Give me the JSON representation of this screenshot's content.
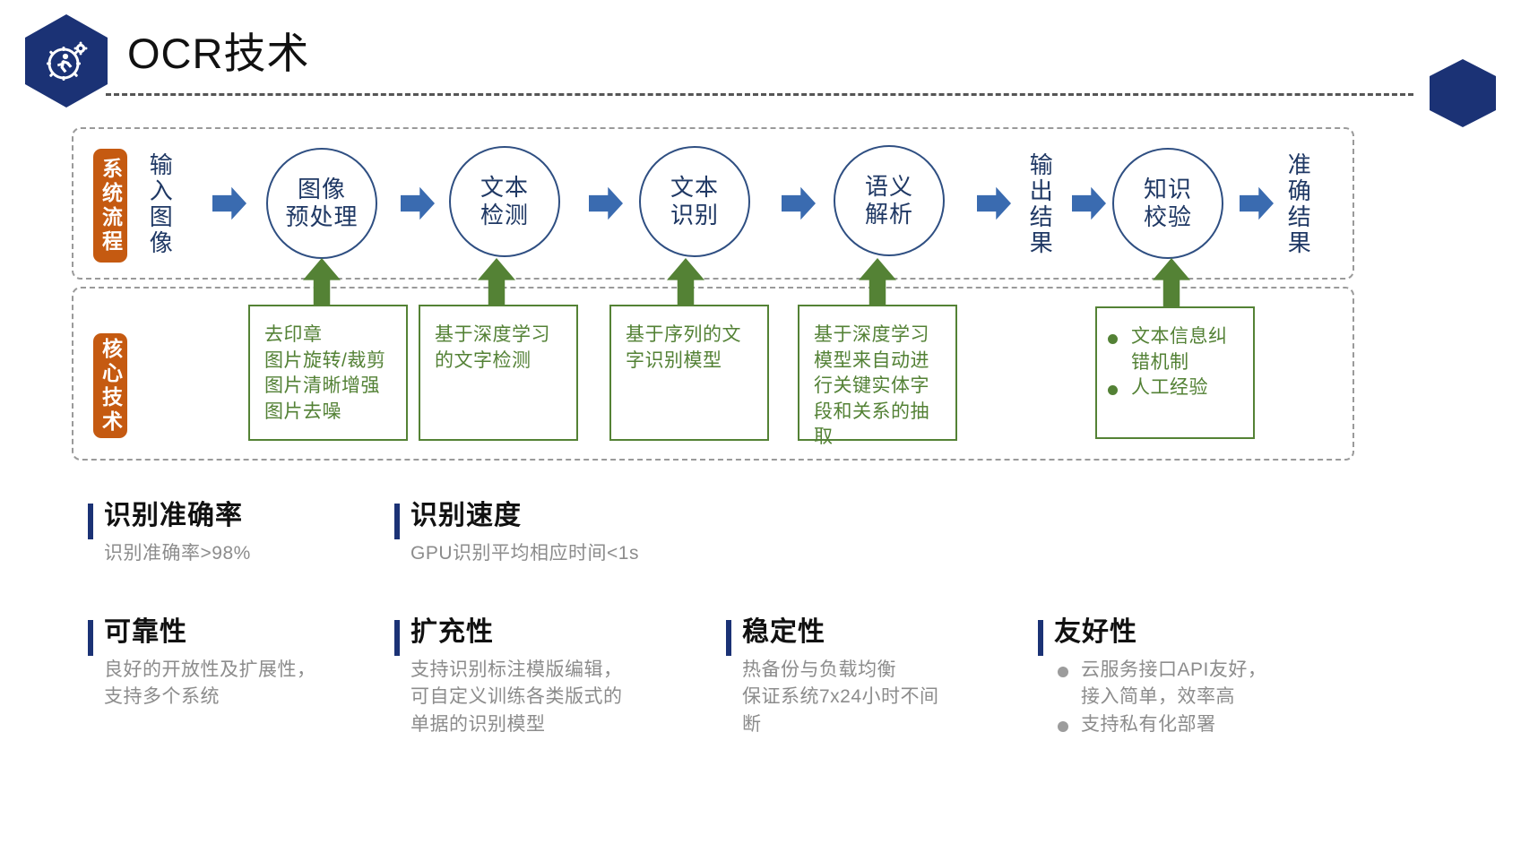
{
  "header": {
    "title": "OCR技术",
    "logo_icon": "gear-person-icon",
    "deco_icon": "hexagon-decoration"
  },
  "flow_section": {
    "tab_label": "系统流程",
    "input_label": "输入图像",
    "output_label": "输出结果",
    "final_label": "准确结果",
    "nodes": [
      {
        "line1": "图像",
        "line2": "预处理"
      },
      {
        "line1": "文本",
        "line2": "检测"
      },
      {
        "line1": "文本",
        "line2": "识别"
      },
      {
        "line1": "语义",
        "line2": "解析"
      },
      {
        "line1": "知识",
        "line2": "校验"
      }
    ]
  },
  "core_section": {
    "tab_label": "核心技术",
    "boxes": [
      {
        "type": "lines",
        "lines": [
          "去印章",
          "图片旋转/裁剪",
          "图片清晰增强",
          "图片去噪"
        ]
      },
      {
        "type": "text",
        "text": "基于深度学习的文字检测"
      },
      {
        "type": "text",
        "text": "基于序列的文字识别模型"
      },
      {
        "type": "text",
        "text": "基于深度学习模型来自动进行关键实体字段和关系的抽取"
      },
      {
        "type": "bullets",
        "bullets": [
          "文本信息纠错机制",
          "人工经验"
        ]
      }
    ]
  },
  "features_top": [
    {
      "title": "识别准确率",
      "desc": "识别准确率>98%"
    },
    {
      "title": "识别速度",
      "desc": "GPU识别平均相应时间<1s"
    }
  ],
  "features_bottom": [
    {
      "title": "可靠性",
      "desc": "良好的开放性及扩展性，\n支持多个系统"
    },
    {
      "title": "扩充性",
      "desc": "支持识别标注模版编辑，\n可自定义训练各类版式的\n单据的识别模型"
    },
    {
      "title": "稳定性",
      "desc": "热备份与负载均衡\n保证系统7x24小时不间\n断"
    },
    {
      "title": "友好性",
      "bullets": [
        "云服务接口API友好，\n接入简单，效率高",
        "支持私有化部署"
      ]
    }
  ],
  "colors": {
    "brand_navy": "#1b3275",
    "node_blue": "#2f4f82",
    "arrow_blue": "#3a6bb0",
    "tab_orange": "#c55a11",
    "green": "#548235",
    "green_text": "#538135",
    "muted_text": "#8c8c8c"
  }
}
